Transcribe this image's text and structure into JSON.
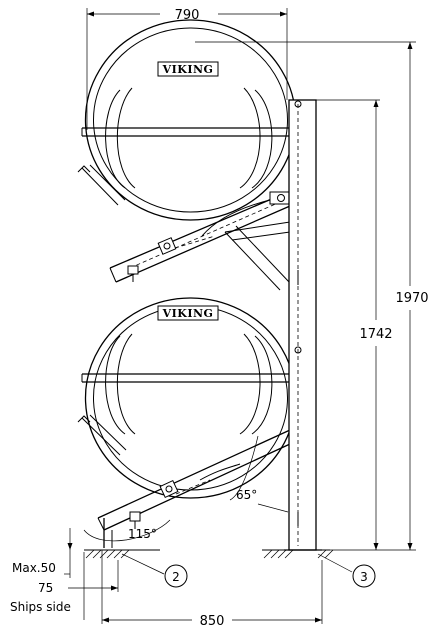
{
  "dimensions": {
    "top_width": "790",
    "overall_height": "1970",
    "post_height": "1742",
    "bottom_width": "850",
    "max_50": "Max.50",
    "offset_75": "75",
    "ships_side": "Ships side"
  },
  "angles": {
    "upper_brace": "65°",
    "lower_cradle": "115°"
  },
  "callouts": {
    "deck_fitting": "2",
    "base_fitting": "3"
  },
  "brand": {
    "upper_container": "VIKING",
    "lower_container": "VIKING"
  }
}
